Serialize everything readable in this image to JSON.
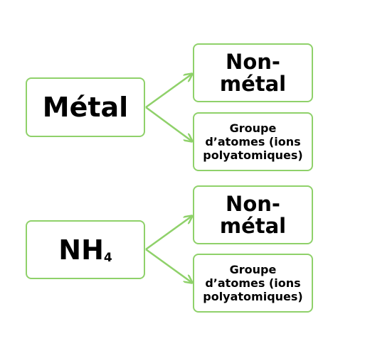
{
  "accent_color": "#8fd16a",
  "groups": [
    {
      "source": {
        "label": "Métal",
        "subscript": ""
      },
      "targets": [
        {
          "line1": "Non-",
          "line2": "métal",
          "line3": ""
        },
        {
          "line1": "Groupe",
          "line2": "d’atomes (ions",
          "line3": "polyatomiques)"
        }
      ]
    },
    {
      "source": {
        "label": "NH",
        "subscript": "4"
      },
      "targets": [
        {
          "line1": "Non-",
          "line2": "métal",
          "line3": ""
        },
        {
          "line1": "Groupe",
          "line2": "d’atomes (ions",
          "line3": "polyatomiques)"
        }
      ]
    }
  ]
}
